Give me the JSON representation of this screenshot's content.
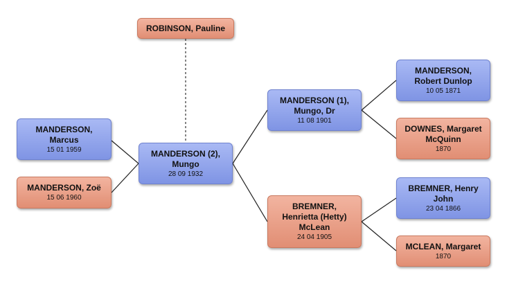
{
  "people": {
    "pauline": {
      "name": "ROBINSON, Pauline",
      "date": "",
      "sex": "female"
    },
    "marcus": {
      "name": "MANDERSON,\nMarcus",
      "date": "15 01 1959",
      "sex": "male"
    },
    "zoe": {
      "name": "MANDERSON, Zoë",
      "date": "15 06 1960",
      "sex": "female"
    },
    "mungo2": {
      "name": "MANDERSON (2),\nMungo",
      "date": "28 09 1932",
      "sex": "male"
    },
    "mungo1": {
      "name": "MANDERSON (1),\nMungo, Dr",
      "date": "11 08 1901",
      "sex": "male"
    },
    "henrietta": {
      "name": "BREMNER,\nHenrietta (Hetty)\nMcLean",
      "date": "24 04 1905",
      "sex": "female"
    },
    "robert": {
      "name": "MANDERSON,\nRobert Dunlop",
      "date": "10 05 1871",
      "sex": "male"
    },
    "margaretd": {
      "name": "DOWNES, Margaret\nMcQuinn",
      "date": "1870",
      "sex": "female"
    },
    "henry": {
      "name": "BREMNER, Henry\nJohn",
      "date": "23 04 1866",
      "sex": "male"
    },
    "margaretm": {
      "name": "MCLEAN, Margaret",
      "date": "1870",
      "sex": "female"
    }
  },
  "colors": {
    "male": "#8fa3ea",
    "female": "#eaa088",
    "line": "#222222"
  }
}
